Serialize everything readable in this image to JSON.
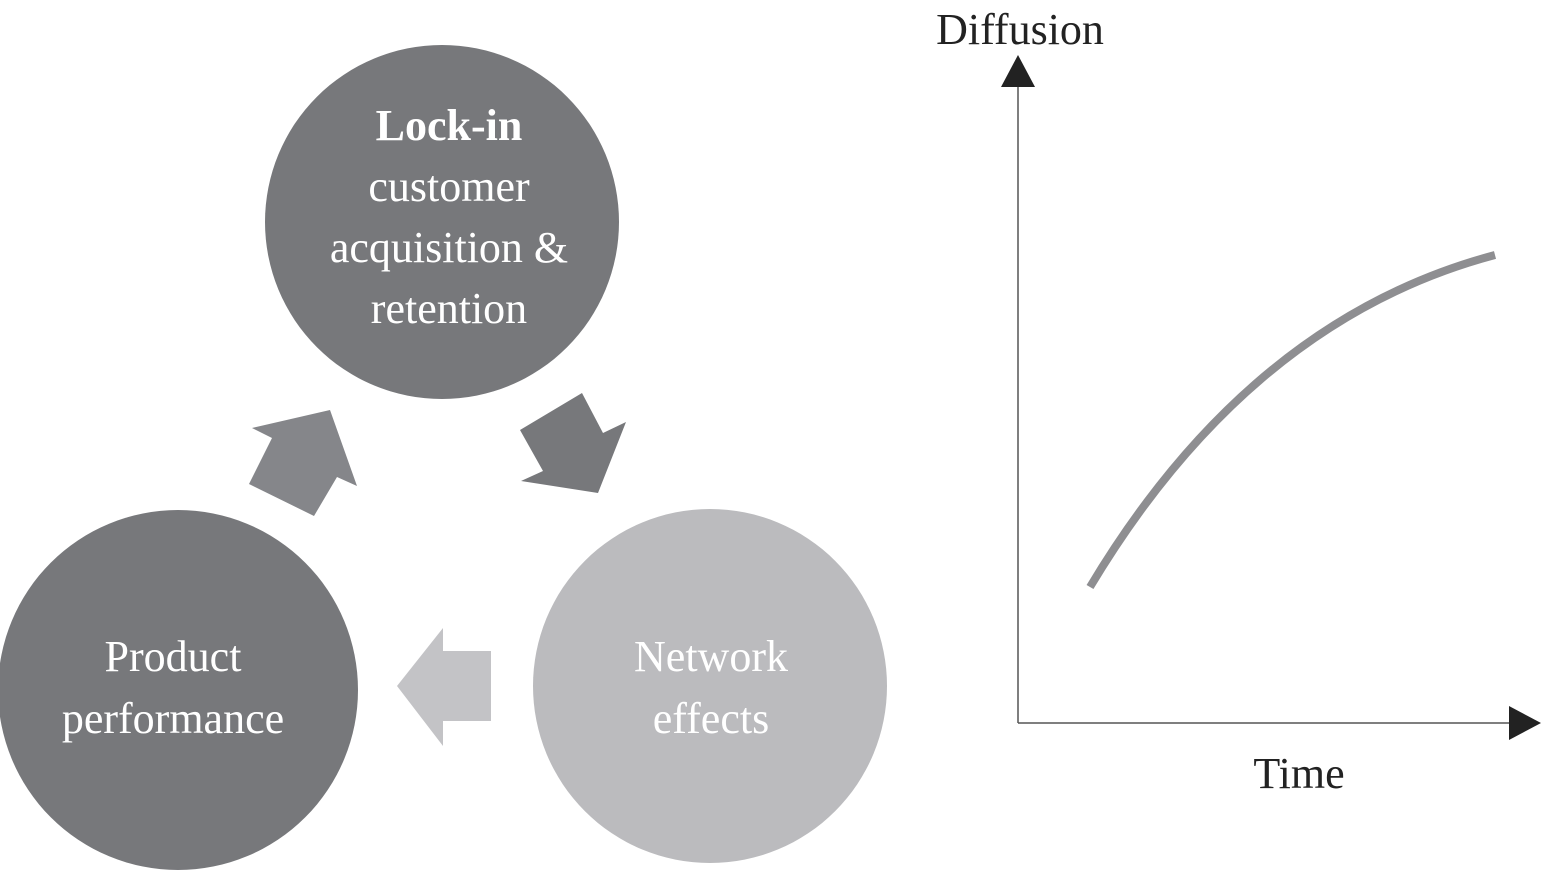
{
  "cycle": {
    "lock_in": {
      "title": "Lock-in",
      "lines": [
        "customer",
        "acquisition &",
        "retention"
      ],
      "color": "#77787b"
    },
    "network_effects": {
      "lines": [
        "Network",
        "effects"
      ],
      "color": "#bbbbbe"
    },
    "product_performance": {
      "lines": [
        "Product",
        "performance"
      ],
      "color": "#77787b"
    },
    "arrow_colors": {
      "product_to_lockin": "#85868a",
      "lockin_to_network": "#77787b",
      "network_to_product": "#c3c3c6"
    }
  },
  "graph": {
    "y_label": "Diffusion",
    "x_label": "Time",
    "curve_color": "#8e8e91",
    "axis_color": "#555555"
  }
}
